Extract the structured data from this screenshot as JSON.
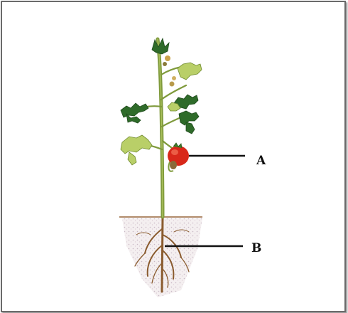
{
  "figure": {
    "subject": "tomato-plant",
    "labels": [
      {
        "id": "A",
        "text": "A"
      },
      {
        "id": "B",
        "text": "B"
      }
    ],
    "colors": {
      "stem": "#7f9a3c",
      "leaf_dark": "#2f6b2a",
      "leaf_light": "#b9cf68",
      "fruit": "#d8281a",
      "soil_line": "#b08a6a",
      "root": "#8a5b2e",
      "pointer": "#111111"
    }
  }
}
